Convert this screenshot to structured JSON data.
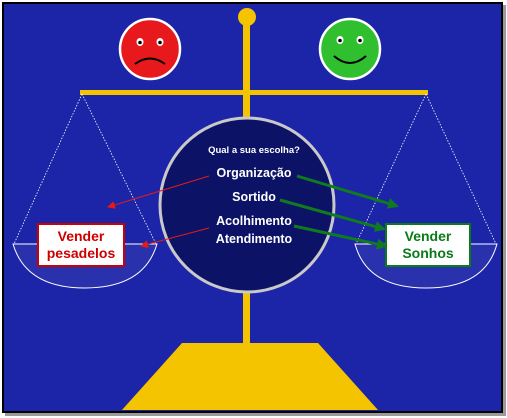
{
  "question": "Qual a sua escolha?",
  "options": [
    "Organização",
    "Sortido",
    "Acolhimento",
    "Atendimento"
  ],
  "left_box": {
    "line1": "Vender",
    "line2": "pesadelos"
  },
  "right_box": {
    "line1": "Vender",
    "line2": "Sonhos"
  },
  "icons": {
    "left_face": "sad-face-icon",
    "right_face": "happy-face-icon"
  },
  "colors": {
    "background": "#1c24a8",
    "scale": "#f5c400",
    "circle": "#0c1266",
    "sad_face": "#e8191c",
    "happy_face": "#2fbf2f",
    "left_text": "#cc0000",
    "right_text": "#0a7a1a",
    "red_arrow": "#e31b1b",
    "green_arrow": "#0f7a1f"
  }
}
